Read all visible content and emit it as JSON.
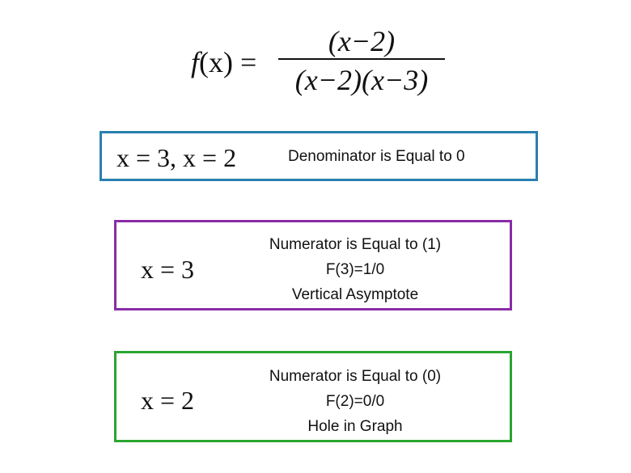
{
  "formula": {
    "lhs_name": "f",
    "lhs_arg": "(x)",
    "equals": "=",
    "numerator": "(x−2)",
    "denominator": "(x−2)(x−3)"
  },
  "boxes": [
    {
      "equation": "x = 3, x = 2",
      "lines": [
        "Denominator is Equal to 0"
      ],
      "border_color": "#2a7fb0"
    },
    {
      "equation": "x = 3",
      "lines": [
        "Numerator is Equal to (1)",
        "F(3)=1/0",
        "Vertical Asymptote"
      ],
      "border_color": "#8a2ba8"
    },
    {
      "equation": "x = 2",
      "lines": [
        "Numerator is Equal to (0)",
        "F(2)=0/0",
        "Hole in Graph"
      ],
      "border_color": "#2aa530"
    }
  ]
}
